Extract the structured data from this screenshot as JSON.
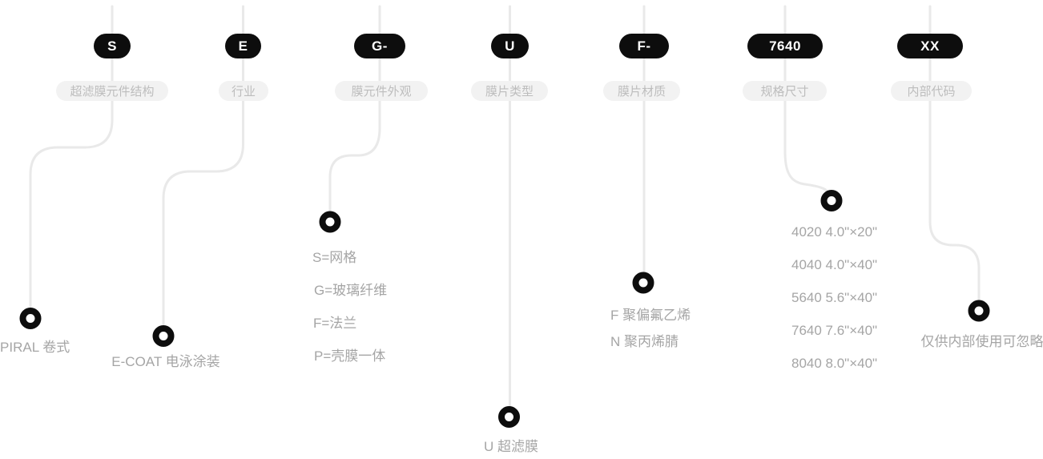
{
  "colors": {
    "badge_bg": "#0d0d0d",
    "badge_text": "#ffffff",
    "pill_bg": "#f2f2f2",
    "pill_text": "#bdbdbd",
    "line": "#e9e9e9",
    "ring": "#0d0d0d",
    "item_text": "#a5a5a5"
  },
  "columns": [
    {
      "code": "S",
      "category": "超滤膜元件结构",
      "items": [
        "SPIRAL 卷式"
      ]
    },
    {
      "code": "E",
      "category": "行业",
      "items": [
        "E-COAT 电泳涂装"
      ]
    },
    {
      "code": "G-",
      "category": "膜元件外观",
      "items": [
        "S=网格",
        "G=玻璃纤维",
        "F=法兰",
        "P=壳膜一体"
      ]
    },
    {
      "code": "U",
      "category": "膜片类型",
      "items": [
        "U 超滤膜"
      ]
    },
    {
      "code": "F-",
      "category": "膜片材质",
      "items": [
        "F 聚偏氟乙烯",
        "N 聚丙烯腈"
      ]
    },
    {
      "code": "7640",
      "category": "规格尺寸",
      "items": [
        "4020 4.0\"×20\"",
        "4040 4.0\"×40\"",
        "5640 5.6\"×40\"",
        "7640 7.6\"×40\"",
        "8040 8.0\"×40\""
      ]
    },
    {
      "code": "XX",
      "category": "内部代码",
      "items": [
        "仅供内部使用可忽略"
      ]
    }
  ]
}
